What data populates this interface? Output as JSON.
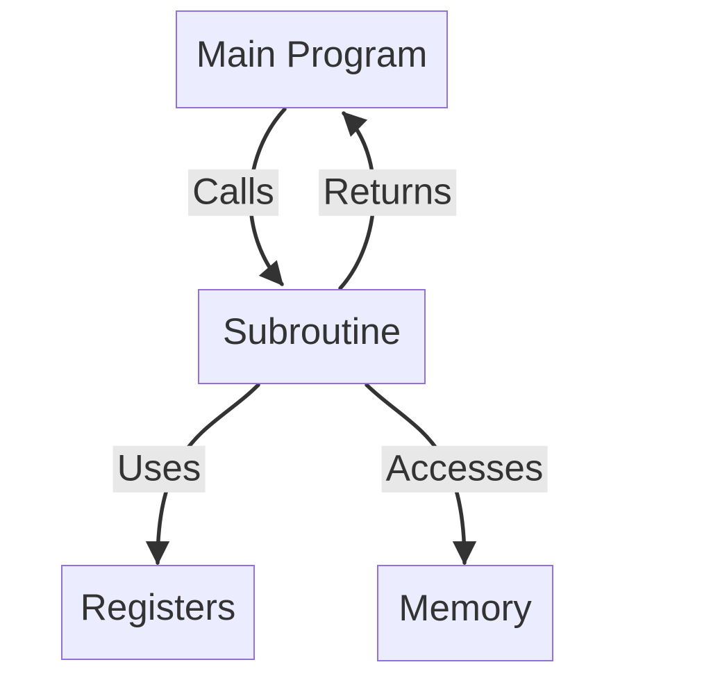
{
  "diagram": {
    "type": "flowchart",
    "direction": "top-down",
    "nodes": [
      {
        "id": "main-program",
        "label": "Main Program"
      },
      {
        "id": "subroutine",
        "label": "Subroutine"
      },
      {
        "id": "registers",
        "label": "Registers"
      },
      {
        "id": "memory",
        "label": "Memory"
      }
    ],
    "edges": [
      {
        "from": "main-program",
        "to": "subroutine",
        "label": "Calls"
      },
      {
        "from": "subroutine",
        "to": "main-program",
        "label": "Returns"
      },
      {
        "from": "subroutine",
        "to": "registers",
        "label": "Uses"
      },
      {
        "from": "subroutine",
        "to": "memory",
        "label": "Accesses"
      }
    ]
  },
  "theme": {
    "background": "#ffffff",
    "node_fill": "#ECECFF",
    "node_border": "#9370DB",
    "edge_color": "#333333",
    "text_color": "#333333",
    "edge_label_background": "#e8e8e8"
  }
}
